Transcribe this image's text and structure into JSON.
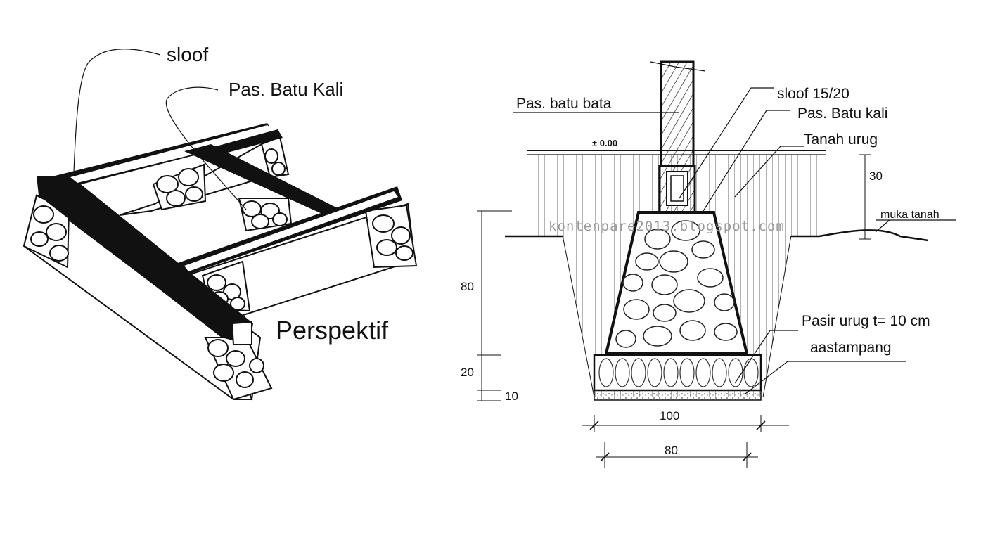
{
  "perspective": {
    "label_sloof": "sloof",
    "label_batu_kali": "Pas. Batu Kali",
    "title": "Perspektif"
  },
  "section": {
    "label_batu_bata": "Pas. batu bata",
    "label_elevation": "± 0.00",
    "label_sloof": "sloof 15/20",
    "label_batu_kali": "Pas. Batu kali",
    "label_tanah_urug": "Tanah urug",
    "label_muka_tanah": "muka tanah",
    "label_pasir_urug": "Pasir urug t= 10 cm",
    "label_aastampang": "aastampang",
    "watermark": "kontenpare2013.blogspot.com"
  },
  "dimensions": {
    "d30": "30",
    "d80_vertical": "80",
    "d20": "20",
    "d10": "10",
    "d100": "100",
    "d80_horizontal": "80"
  }
}
